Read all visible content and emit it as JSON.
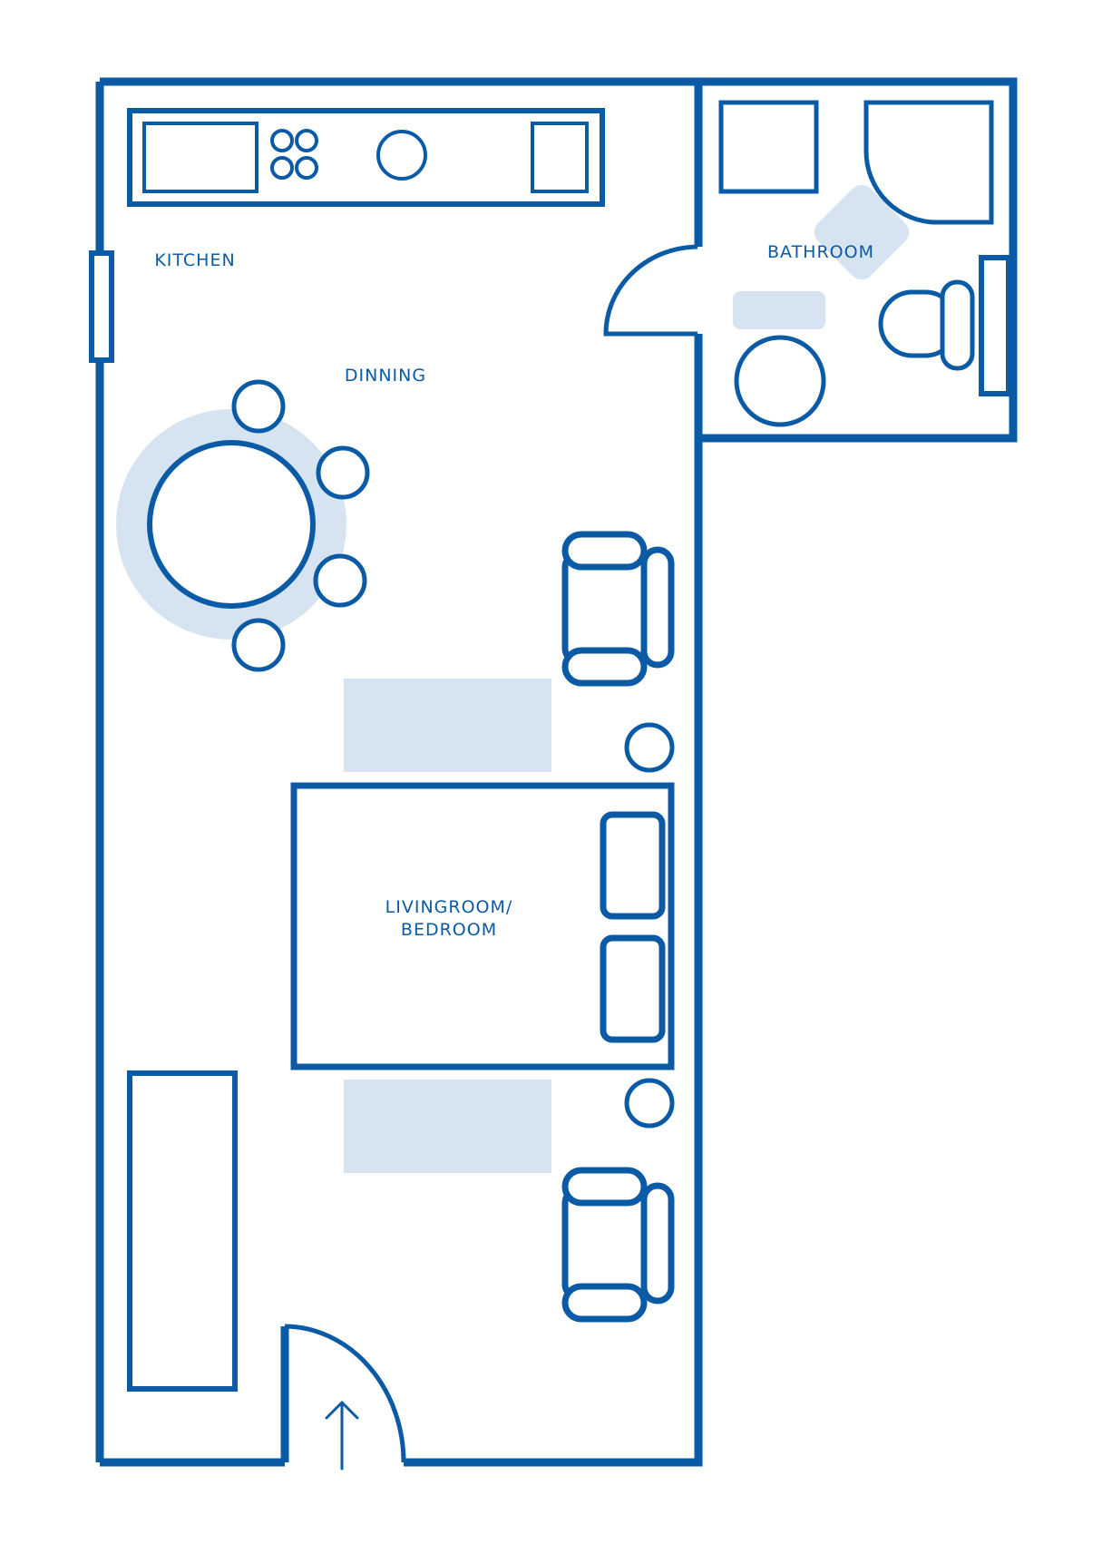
{
  "colors": {
    "line": "#0b5aa6",
    "fill_light": "#d6e4f1",
    "background": "#ffffff"
  },
  "rooms": {
    "kitchen": "KITCHEN",
    "dining": "DINNING",
    "bathroom": "BATHROOM",
    "living_line1": "LIVINGROOM/",
    "living_line2": "BEDROOM"
  },
  "icons": {
    "entrance": "up-arrow-icon"
  }
}
